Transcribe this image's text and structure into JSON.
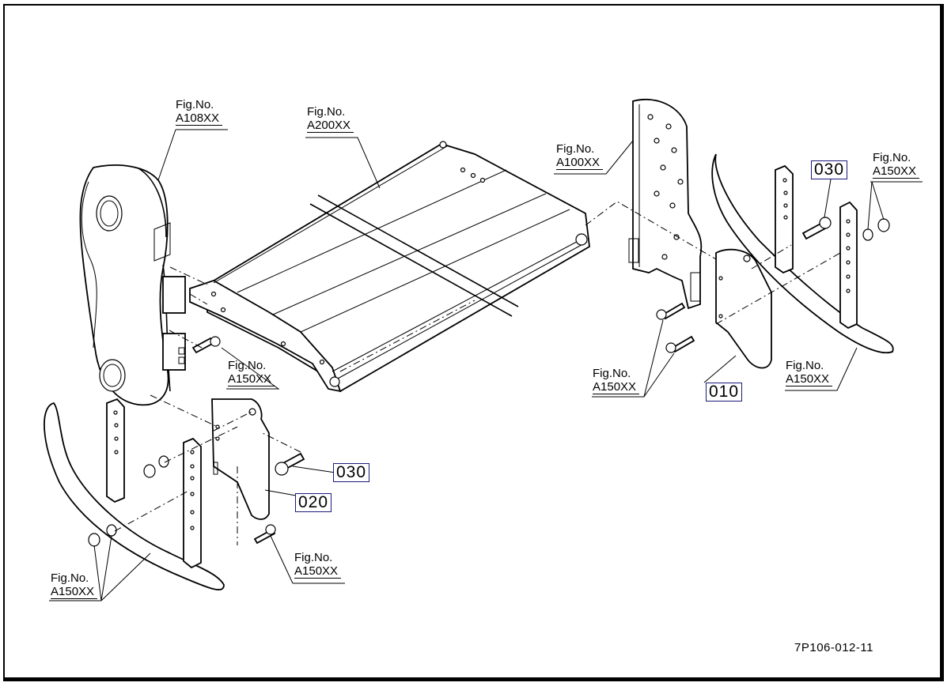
{
  "figure_labels": [
    {
      "id": "a108",
      "line1": "Fig.No.",
      "line2": "A108XX"
    },
    {
      "id": "a200",
      "line1": "Fig.No.",
      "line2": "A200XX"
    },
    {
      "id": "a100",
      "line1": "Fig.No.",
      "line2": "A100XX"
    },
    {
      "id": "a150_top_right",
      "line1": "Fig.No.",
      "line2": "A150XX"
    },
    {
      "id": "a150_mid_left",
      "line1": "Fig.No.",
      "line2": "A150XX"
    },
    {
      "id": "a150_right_bolt",
      "line1": "Fig.No.",
      "line2": "A150XX"
    },
    {
      "id": "a150_right_foot",
      "line1": "Fig.No.",
      "line2": "A150XX"
    },
    {
      "id": "a150_bottom_mid",
      "line1": "Fig.No.",
      "line2": "A150XX"
    },
    {
      "id": "a150_bottom_left",
      "line1": "Fig.No.",
      "line2": "A150XX"
    }
  ],
  "callouts": {
    "c030_right": "030",
    "c010": "010",
    "c030_left": "030",
    "c020": "020"
  },
  "drawing_code": "7P106-012-11",
  "colors": {
    "line": "#000000",
    "callout_border": "#1a1a7a",
    "background": "#ffffff"
  }
}
